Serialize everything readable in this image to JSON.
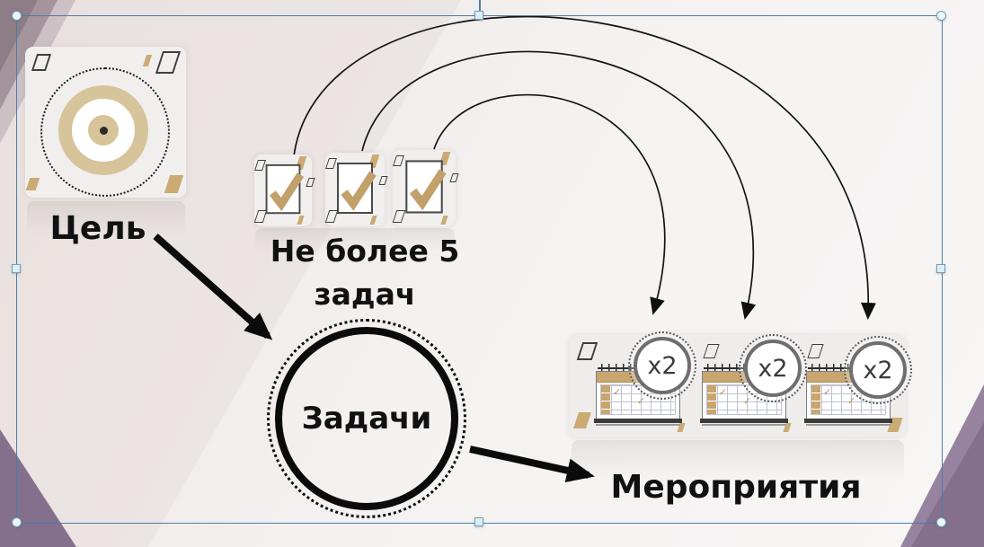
{
  "slide": {
    "goal": {
      "label": "Цель",
      "icon": "target-bullseye-icon"
    },
    "tasks_note": {
      "line1": "Не более 5",
      "line2": "задач",
      "icon": "checked-document-icon",
      "icon_count": 3
    },
    "tasks_circle": {
      "label": "Задачи"
    },
    "events": {
      "label": "Мероприятия",
      "icon": "calendar-icon",
      "badges": [
        {
          "label": "x2"
        },
        {
          "label": "x2"
        },
        {
          "label": "x2"
        }
      ]
    },
    "connectors": {
      "curved_arrows": 3,
      "straight_arrows": 2
    },
    "colors": {
      "accent_tan": "#d8c49a",
      "check_tan": "#c2a069",
      "corner_purple": "#84708d",
      "corner_mauve": "#9b8c94",
      "selection_blue": "#4d7ca9",
      "ink": "#111111",
      "badge_ring": "#6e6e6e",
      "badge_text": "#3c3c3c",
      "slide_bg": "#f3f1f0"
    }
  }
}
